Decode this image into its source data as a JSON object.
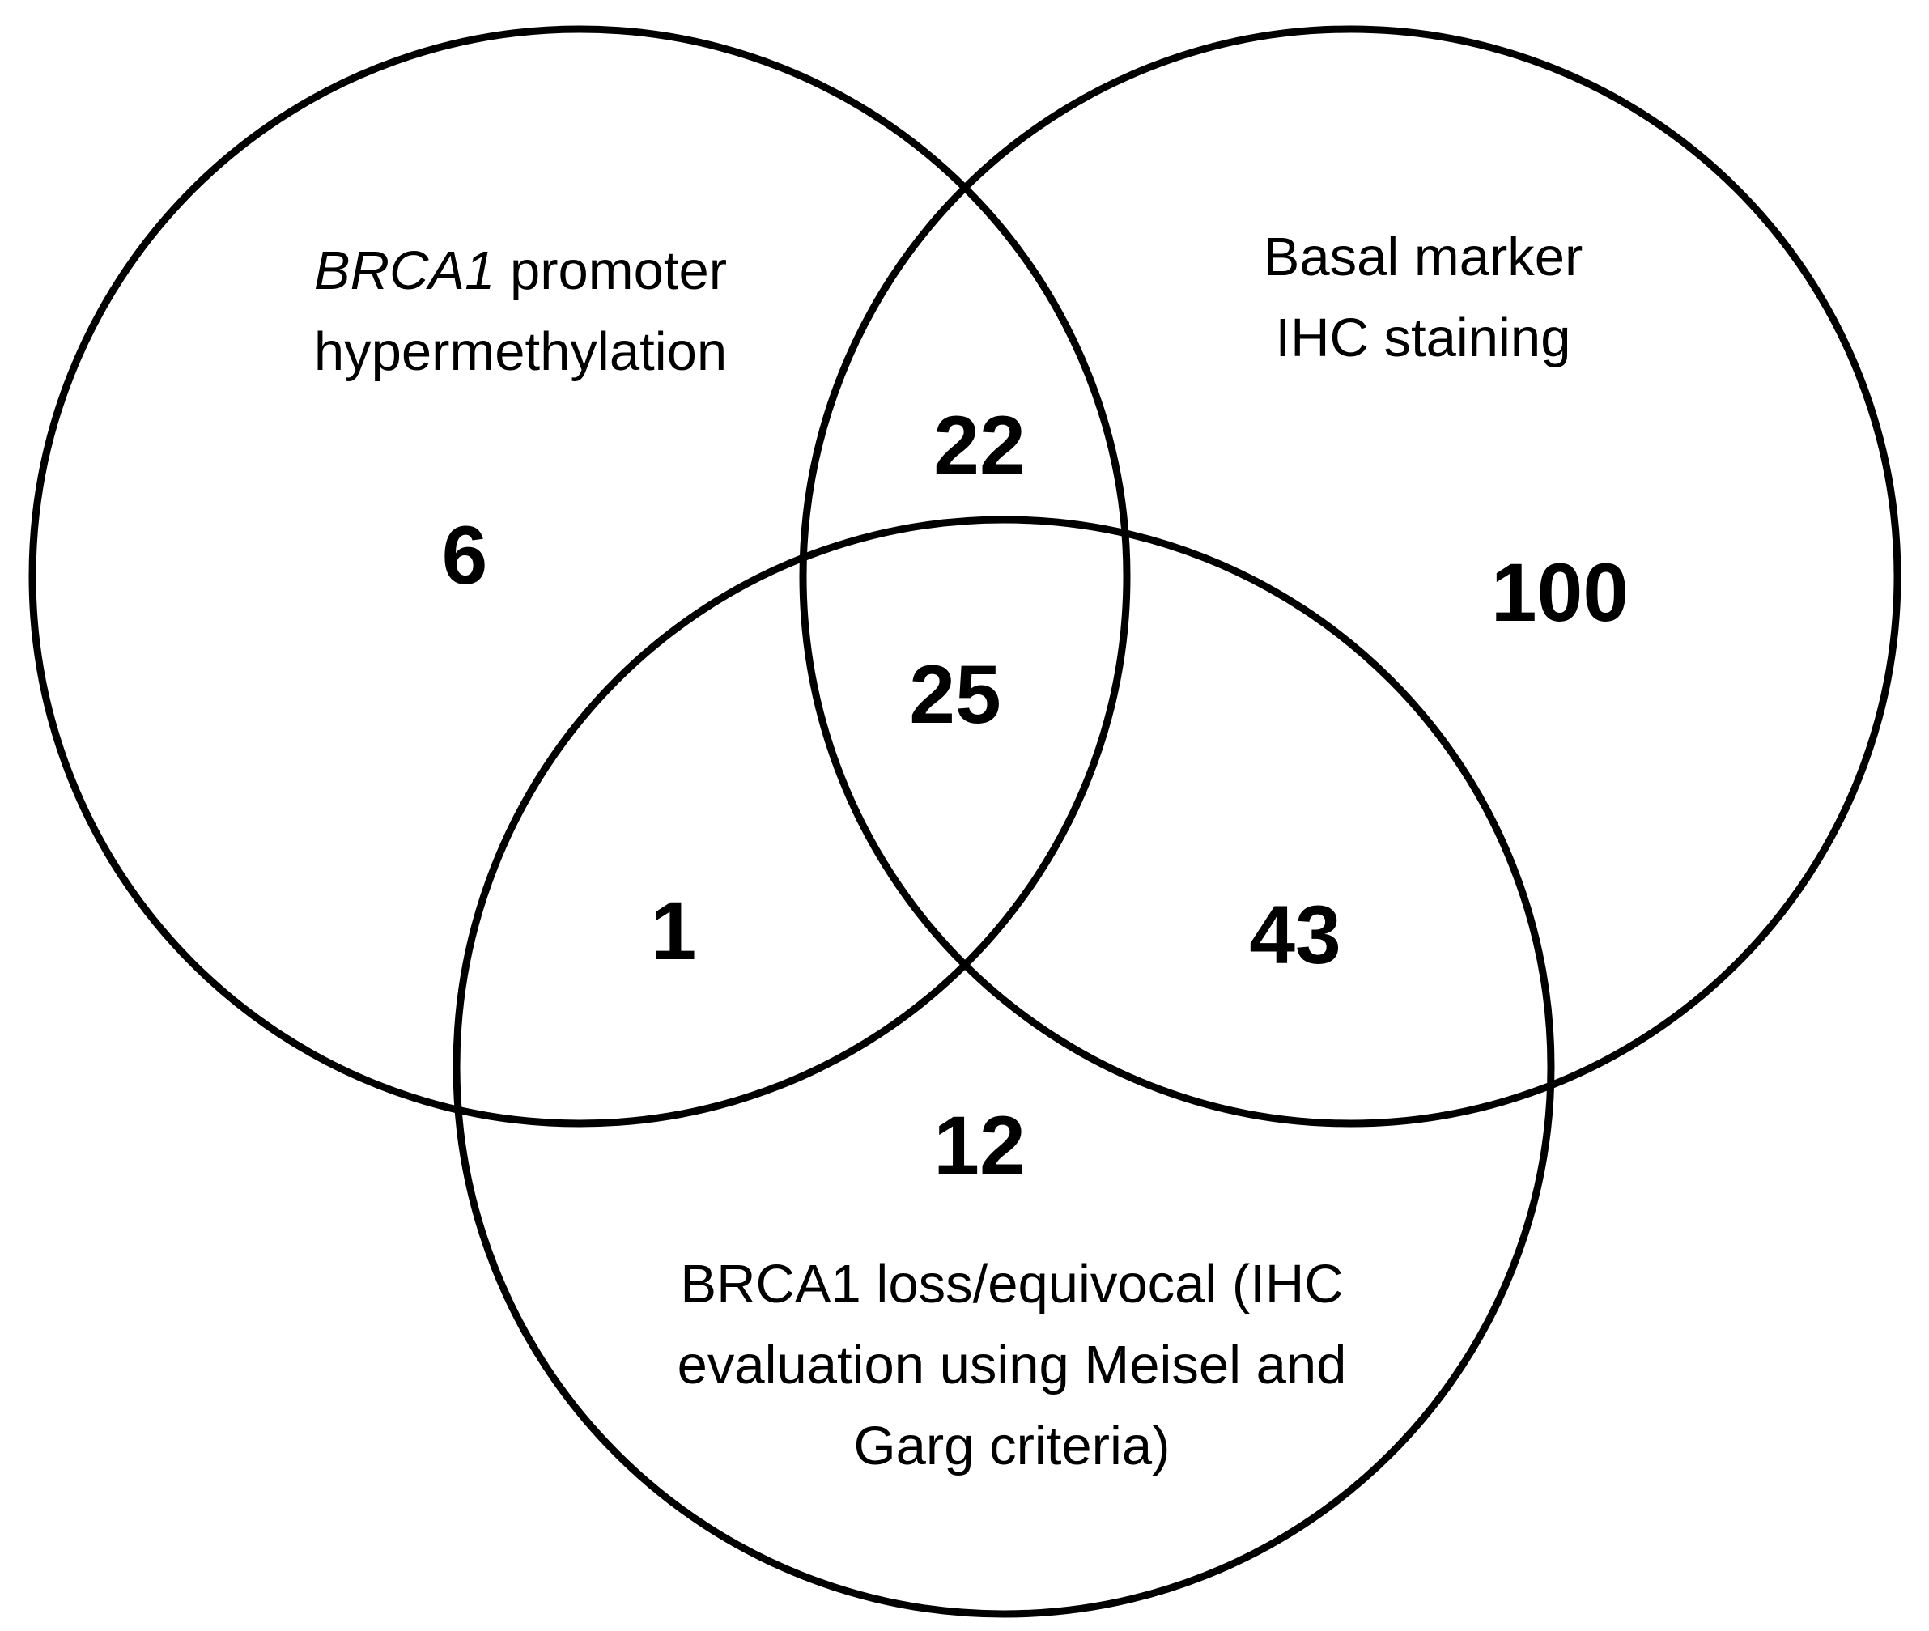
{
  "figure": {
    "type": "venn-diagram",
    "background_color": "#ffffff",
    "stroke_color": "#000000",
    "text_color": "#000000"
  },
  "sets": {
    "left": {
      "label_gene_italic": "BRCA1",
      "label_rest": " promoter",
      "label_line2": "hypermethylation",
      "exclusive_count": "6"
    },
    "right": {
      "label_line1": "Basal marker",
      "label_line2": "IHC staining",
      "exclusive_count": "100"
    },
    "bottom": {
      "label_line1": "BRCA1 loss/equivocal (IHC",
      "label_line2": "evaluation using Meisel and",
      "label_line3": "Garg criteria)",
      "exclusive_count": "12"
    }
  },
  "intersections": {
    "left_right": "22",
    "left_bottom": "1",
    "right_bottom": "43",
    "all_three": "25"
  }
}
